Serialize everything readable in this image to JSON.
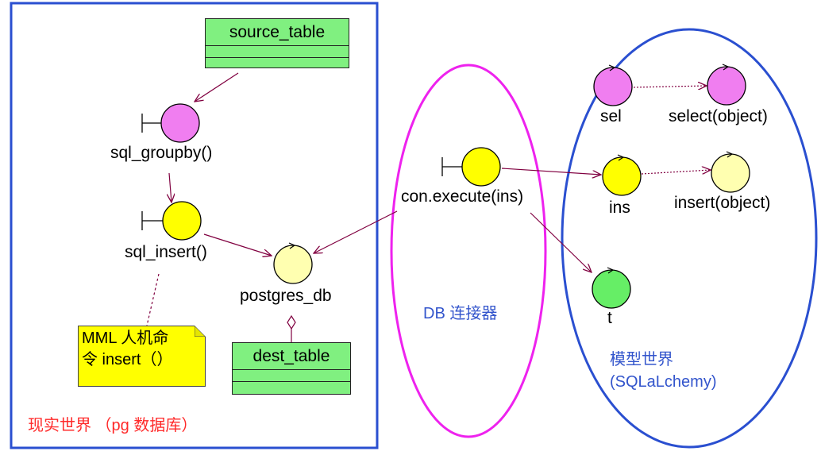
{
  "classes": {
    "source_table": "source_table",
    "dest_table": "dest_table"
  },
  "nodes": {
    "sql_groupby": "sql_groupby()",
    "sql_insert": "sql_insert()",
    "postgres_db": "postgres_db",
    "con_execute": "con.execute(ins)",
    "sel": "sel",
    "select_object": "select(object)",
    "ins": "ins",
    "insert_object": "insert(object)",
    "t": "t"
  },
  "note": {
    "line1": "MML 人机命",
    "line2": "令 insert（）"
  },
  "regions": {
    "real_world": "现实世界 （pg 数据库）",
    "connector": "DB 连接器",
    "model_world_line1": "模型世界",
    "model_world_line2": "(SQLaLchemy)"
  },
  "colors": {
    "region_blue": "#2a4fd0",
    "region_magenta": "#ee22ee",
    "boundary_pink": "#f07ef0",
    "yellow": "#ffff00",
    "pale_yellow": "#ffffb0",
    "green": "#66ee66",
    "class_green": "#80f080",
    "arrow": "#800040"
  }
}
